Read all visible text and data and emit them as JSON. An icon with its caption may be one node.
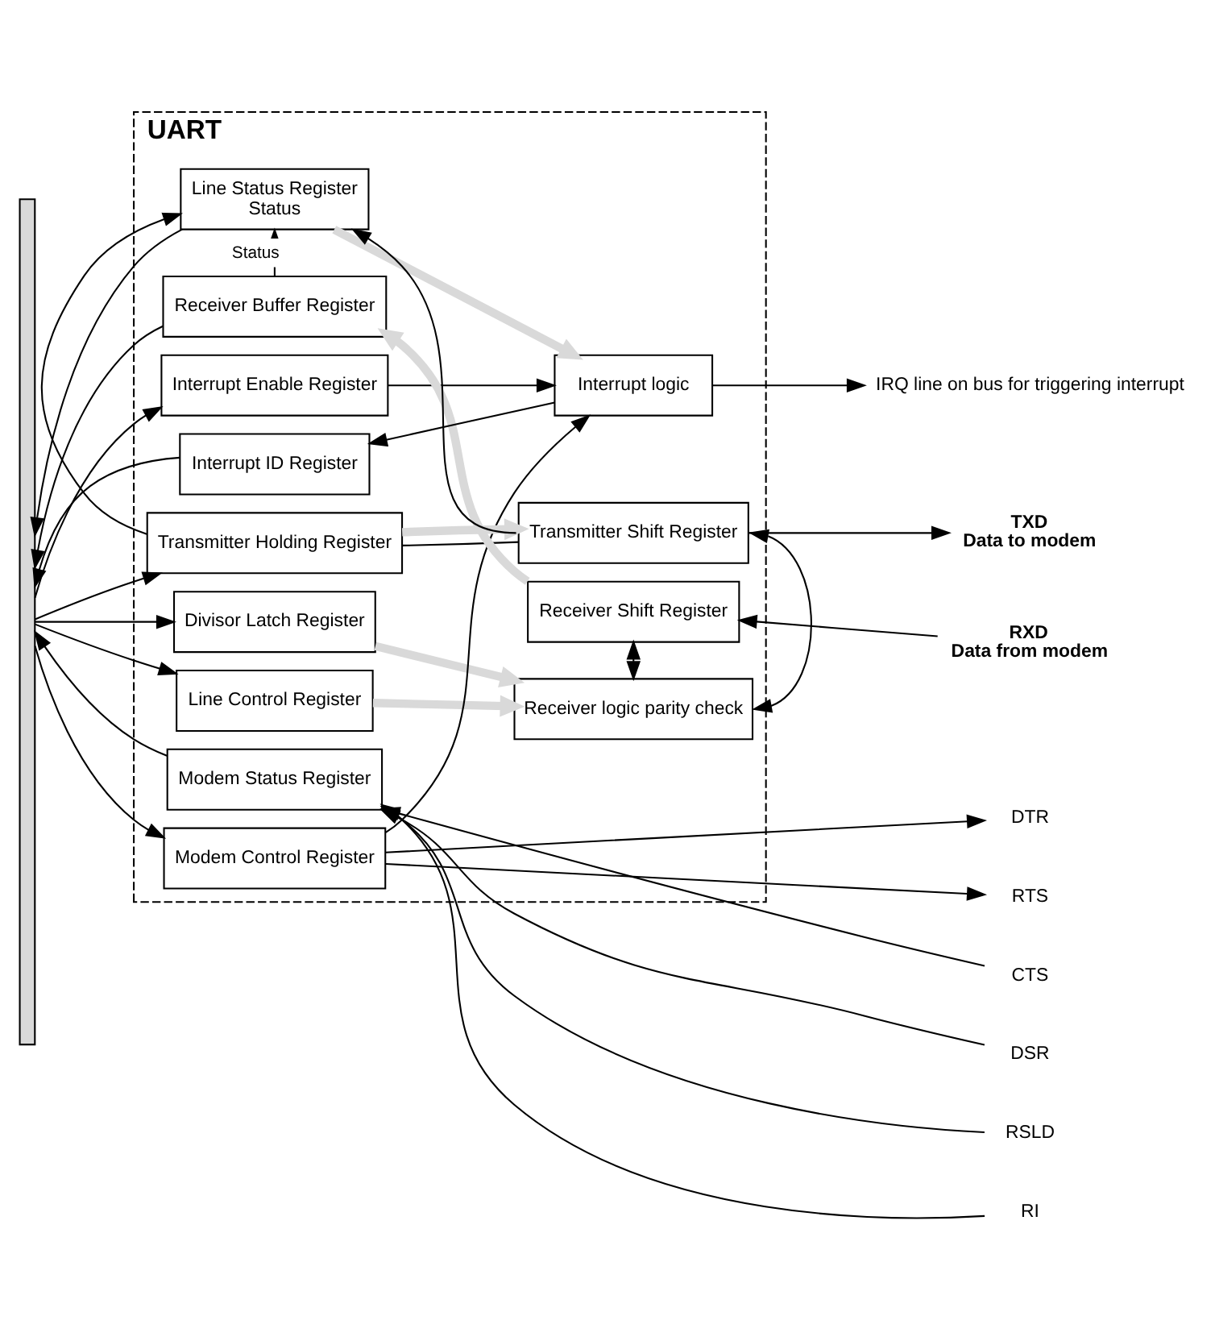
{
  "diagram": {
    "nodes": [
      {
        "text": [
          "UART"
        ]
      },
      {
        "text": [
          "Receiver Buffer Register"
        ],
        "in": 0
      },
      {
        "text": [
          "Interrupt Enable Register"
        ],
        "in": 0
      },
      {
        "text": [
          "Line Status Register",
          "Status"
        ],
        "in": 0
      },
      {
        "text": [
          "Interrupt ID Register"
        ],
        "in": 0
      },
      {
        "text": [
          "Divisor Latch Register"
        ],
        "in": 0
      },
      {
        "text": [
          "Line Control Register"
        ],
        "in": 0
      },
      {
        "text": [
          "Modem Control Register"
        ],
        "in": 0
      },
      {
        "text": [
          "Modem Status Register"
        ],
        "in": 0
      },
      {
        "text": [
          "Transmitter Holding Register"
        ],
        "in": 0
      },
      {
        "text": [
          "Receiver Shift Register"
        ],
        "in": 0
      },
      {
        "text": [
          "Interrupt logic"
        ],
        "in": 0
      },
      {
        "text": [
          "Receiver logic parity check"
        ],
        "in": 0
      },
      {
        "text": [
          "Transmitter Shift Register"
        ],
        "in": 0
      },
      {
        "text": [],
        "shape": "bar"
      },
      {
        "text": [
          "IRQ line on bus for triggering interrupt"
        ]
      },
      {
        "text": [
          "RXD",
          "Data from modem"
        ]
      },
      {
        "text": [
          "TXD",
          "Data to modem"
        ]
      },
      {
        "text": [
          "RTS"
        ]
      },
      {
        "text": [
          "DTR"
        ]
      },
      {
        "text": [
          "CTS"
        ]
      },
      {
        "text": [
          "DSR"
        ]
      },
      {
        "text": [
          "RSLD"
        ]
      },
      {
        "text": [
          "RI"
        ]
      }
    ],
    "edges": [
      {
        "from": 1,
        "to": 14,
        "arrow": "to"
      },
      {
        "from": 14,
        "to": 2,
        "arrow": "to"
      },
      {
        "from": 3,
        "to": 14,
        "arrow": "to"
      },
      {
        "from": 4,
        "to": 14,
        "arrow": "to"
      },
      {
        "from": 14,
        "to": 5,
        "arrow": "to"
      },
      {
        "from": 14,
        "to": 6,
        "arrow": "to"
      },
      {
        "from": 14,
        "to": 7,
        "arrow": "to"
      },
      {
        "from": 8,
        "to": 14,
        "arrow": "to"
      },
      {
        "from": 14,
        "to": 9,
        "arrow": "to"
      },
      {
        "from": 16,
        "to": 10,
        "arrow": "to"
      },
      {
        "from": 10,
        "to": 1,
        "arrow": "to",
        "style": "thick",
        "color": "#d9d9d9"
      },
      {
        "from": 1,
        "to": 3,
        "arrow": "to",
        "label": "Status"
      },
      {
        "from": 2,
        "to": 11,
        "arrow": "to"
      },
      {
        "from": 3,
        "to": 11,
        "arrow": "to",
        "style": "thick",
        "color": "#d9d9d9"
      },
      {
        "from": 11,
        "to": 15,
        "arrow": "to"
      },
      {
        "from": 11,
        "to": 4,
        "arrow": "to"
      },
      {
        "from": 10,
        "to": 12,
        "arrow": "both"
      },
      {
        "from": 5,
        "to": 12,
        "arrow": "to",
        "style": "thick",
        "color": "#d9d9d9"
      },
      {
        "from": 6,
        "to": 12,
        "arrow": "to",
        "style": "thick",
        "color": "#d9d9d9"
      },
      {
        "from": 7,
        "to": 11,
        "arrow": "to"
      },
      {
        "from": 7,
        "to": 18,
        "arrow": "to"
      },
      {
        "from": 7,
        "to": 19,
        "arrow": "to"
      },
      {
        "from": 20,
        "to": 8,
        "arrow": "to"
      },
      {
        "from": 21,
        "to": 8,
        "arrow": "to"
      },
      {
        "from": 22,
        "to": 8,
        "arrow": "to"
      },
      {
        "from": 23,
        "to": 8,
        "arrow": "to"
      },
      {
        "from": 9,
        "to": 3,
        "arrow": "to"
      },
      {
        "from": 13,
        "to": 3,
        "arrow": "to"
      },
      {
        "from": 9,
        "to": 13,
        "arrow": "none"
      },
      {
        "from": 9,
        "to": 13,
        "arrow": "to",
        "style": "thick",
        "color": "#d9d9d9"
      },
      {
        "from": 12,
        "to": 13,
        "arrow": "both"
      },
      {
        "from": 13,
        "to": 17,
        "arrow": "to"
      }
    ]
  }
}
